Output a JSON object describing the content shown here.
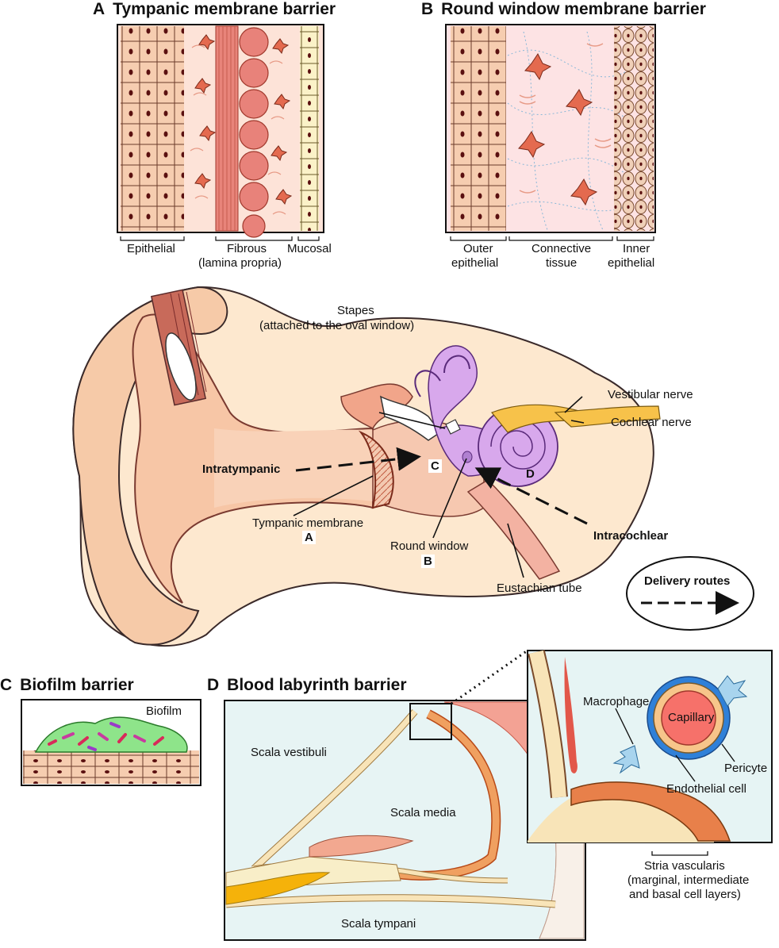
{
  "panels": {
    "a": {
      "letter": "A",
      "title": "Tympanic membrane barrier",
      "layers": [
        "Epithelial",
        "Fibrous",
        "(lamina propria)",
        "Mucosal"
      ]
    },
    "b": {
      "letter": "B",
      "title": "Round window membrane barrier",
      "layers": [
        "Outer",
        "epithelial",
        "Connective",
        "tissue",
        "Inner",
        "epithelial"
      ]
    },
    "c": {
      "letter": "C",
      "title": "Biofilm barrier",
      "label": "Biofilm"
    },
    "d": {
      "letter": "D",
      "title": "Blood labyrinth barrier",
      "labels": [
        "Scala vestibuli",
        "Scala media",
        "Scala tympani"
      ],
      "inset_labels": [
        "Macrophage",
        "Capillary",
        "Pericyte",
        "Endothelial cell"
      ],
      "stria": [
        "Stria vascularis",
        "(marginal, intermediate",
        "and basal cell layers)"
      ]
    }
  },
  "ear": {
    "stapes": [
      "Stapes",
      "(attached to the oval window)"
    ],
    "vestibular_nerve": "Vestibular nerve",
    "cochlear_nerve": "Cochlear nerve",
    "intratympanic": "Intratympanic",
    "intracochlear": "Intracochlear",
    "tympanic_membrane": "Tympanic membrane",
    "round_window": "Round window",
    "eustachian_tube": "Eustachian tube",
    "tags": {
      "a": "A",
      "b": "B",
      "c": "C",
      "d": "D"
    }
  },
  "legend": {
    "label": "Delivery routes"
  },
  "colors": {
    "cell": "#f6cdb0",
    "skin": "#fbe2cc",
    "cochlea": "#d8a8ec",
    "nerve": "#f7c24a",
    "red": "#e2574a",
    "biofilm": "#8ee48a"
  }
}
